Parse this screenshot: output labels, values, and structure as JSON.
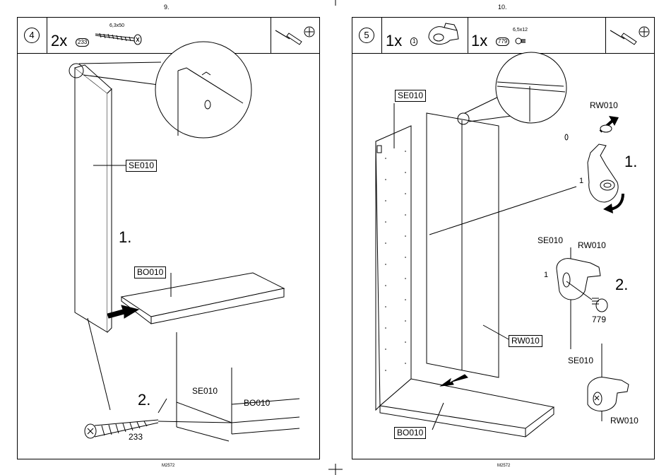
{
  "left_page": {
    "page_number": "9.",
    "footer": "M2572",
    "step": "4",
    "part": {
      "qty": "2x",
      "ref": "233",
      "spec": "6,3x50"
    },
    "labels": {
      "panel": "SE010",
      "shelf": "BO010",
      "detail_side": "SE010",
      "detail_shelf": "BO010",
      "screw": "233"
    },
    "steps": [
      "1.",
      "2."
    ]
  },
  "right_page": {
    "page_number": "10.",
    "footer": "M2572",
    "step": "5",
    "parts": [
      {
        "qty": "1x",
        "ref": "1"
      },
      {
        "qty": "1x",
        "ref": "779",
        "spec": "6,5x12"
      }
    ],
    "labels": {
      "panel": "SE010",
      "back_panel": "RW010",
      "bottom": "BO010",
      "clip_top": "RW010",
      "clip_number": "1",
      "mid_side": "SE010",
      "mid_back": "RW010",
      "mid_clip": "1",
      "mid_screw": "779",
      "bot_side": "SE010",
      "bot_back": "RW010"
    },
    "steps": [
      "1.",
      "2."
    ]
  }
}
